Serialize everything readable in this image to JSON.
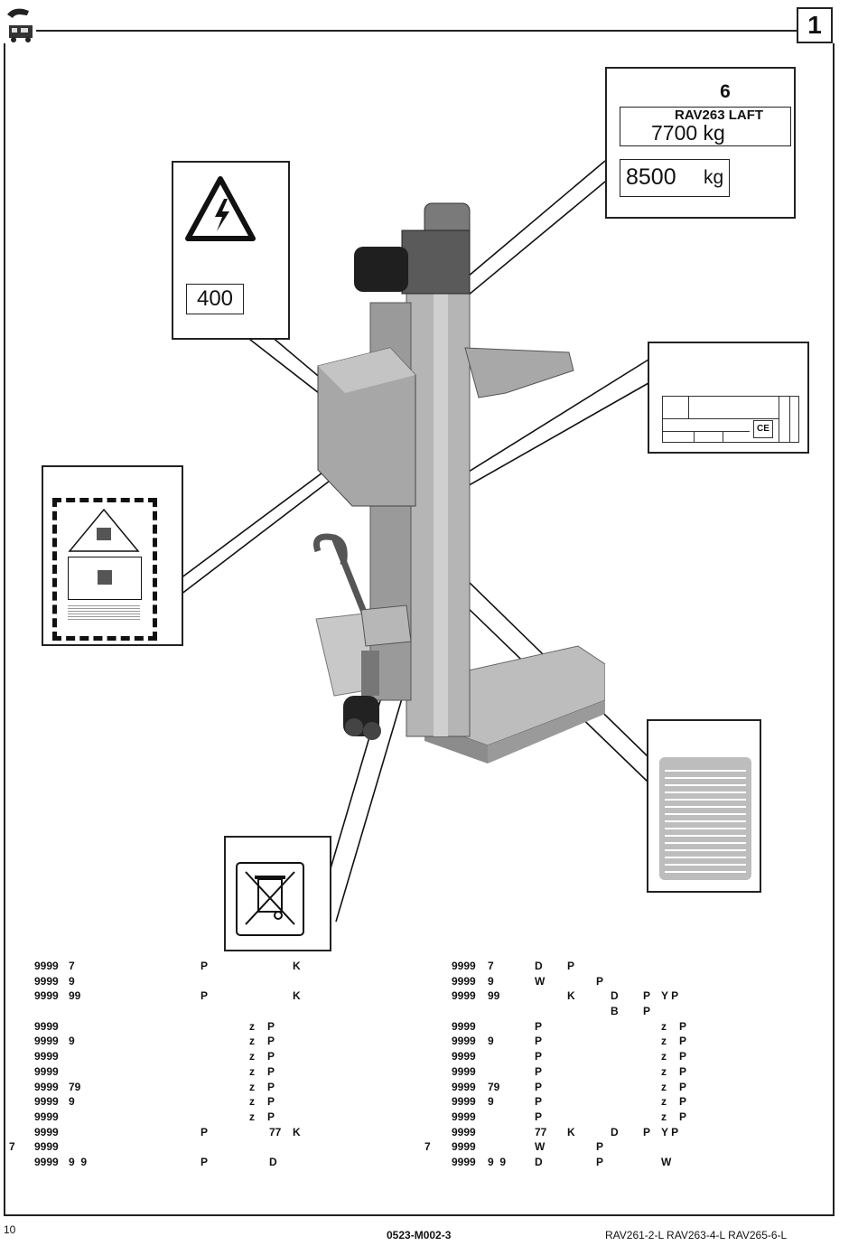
{
  "header": {
    "page_marker": "1"
  },
  "labels": {
    "capacity": {
      "number": "6",
      "model": "RAV263 LAFT",
      "capacity_1": "7700 kg",
      "capacity_2_value": "8500",
      "capacity_2_unit": "kg"
    },
    "voltage": {
      "value": "400"
    },
    "dataplate_mark": "CE"
  },
  "table_left": {
    "rows": [
      {
        "lead": "",
        "c1": "9999",
        "c2": "7",
        "c3": "",
        "c4": "P",
        "c5": "",
        "c6": "K"
      },
      {
        "lead": "",
        "c1": "9999",
        "c2": "9",
        "c3": "",
        "c4": "",
        "c5": "",
        "c6": ""
      },
      {
        "lead": "",
        "c1": "9999",
        "c2": "99",
        "c3": "",
        "c4": "P",
        "c5": "",
        "c6": "K"
      },
      {
        "lead": "",
        "c1": "",
        "c2": "",
        "c3": "",
        "c4": "",
        "c5": "",
        "c6": ""
      },
      {
        "lead": "",
        "c1": "9999",
        "c2": "",
        "c3": "",
        "c4": "z",
        "c5": "P",
        "c6": ""
      },
      {
        "lead": "",
        "c1": "9999",
        "c2": "9",
        "c3": "",
        "c4": "z",
        "c5": "P",
        "c6": ""
      },
      {
        "lead": "",
        "c1": "9999",
        "c2": "",
        "c3": "",
        "c4": "z",
        "c5": "P",
        "c6": ""
      },
      {
        "lead": "",
        "c1": "9999",
        "c2": "",
        "c3": "",
        "c4": "z",
        "c5": "P",
        "c6": ""
      },
      {
        "lead": "",
        "c1": "9999",
        "c2": "79",
        "c3": "",
        "c4": "z",
        "c5": "P",
        "c6": ""
      },
      {
        "lead": "",
        "c1": "9999",
        "c2": "9",
        "c3": "",
        "c4": "z",
        "c5": "P",
        "c6": ""
      },
      {
        "lead": "",
        "c1": "9999",
        "c2": "",
        "c3": "",
        "c4": "z",
        "c5": "P",
        "c6": ""
      },
      {
        "lead": "",
        "c1": "9999",
        "c2": "",
        "c3": "P",
        "c4": "",
        "c5": "77",
        "c6": "K"
      },
      {
        "lead": "7",
        "c1": "9999",
        "c2": "",
        "c3": "",
        "c4": "",
        "c5": "",
        "c6": ""
      },
      {
        "lead": "",
        "c1": "9999",
        "c2": "9  9",
        "c3": "P",
        "c4": "",
        "c5": "D",
        "c6": ""
      }
    ]
  },
  "table_right": {
    "rows": [
      [
        "",
        "9999",
        "7",
        "D",
        "P",
        "",
        "",
        "",
        "",
        ""
      ],
      [
        "",
        "9999",
        "9",
        "W",
        "",
        "P",
        "",
        "",
        "",
        ""
      ],
      [
        "",
        "9999",
        "99",
        "",
        "K",
        "",
        "D",
        "P",
        "Y P",
        ""
      ],
      [
        "",
        "",
        "",
        "",
        "",
        "",
        "B",
        "P",
        "",
        ""
      ],
      [
        "",
        "9999",
        "",
        "P",
        "",
        "",
        "",
        "",
        "z",
        "P"
      ],
      [
        "",
        "9999",
        "9",
        "P",
        "",
        "",
        "",
        "",
        "z",
        "P"
      ],
      [
        "",
        "9999",
        "",
        "P",
        "",
        "",
        "",
        "",
        "z",
        "P"
      ],
      [
        "",
        "9999",
        "",
        "P",
        "",
        "",
        "",
        "",
        "z",
        "P"
      ],
      [
        "",
        "9999",
        "79",
        "P",
        "",
        "",
        "",
        "",
        "z",
        "P"
      ],
      [
        "",
        "9999",
        "9",
        "P",
        "",
        "",
        "",
        "",
        "z",
        "P"
      ],
      [
        "",
        "9999",
        "",
        "P",
        "",
        "",
        "",
        "",
        "z",
        "P"
      ],
      [
        "",
        "9999",
        "",
        "77",
        "K",
        "",
        "D",
        "P",
        "Y P",
        ""
      ],
      [
        "7",
        "9999",
        "",
        "W",
        "",
        "P",
        "",
        "",
        "",
        ""
      ],
      [
        "",
        "9999",
        "9  9",
        "D",
        "",
        "P",
        "",
        "",
        "W",
        ""
      ]
    ]
  },
  "footer": {
    "page_number": "10",
    "doc_code": "0523-M002-3",
    "models": "RAV261-2-L   RAV263-4-L   RAV265-6-L"
  }
}
